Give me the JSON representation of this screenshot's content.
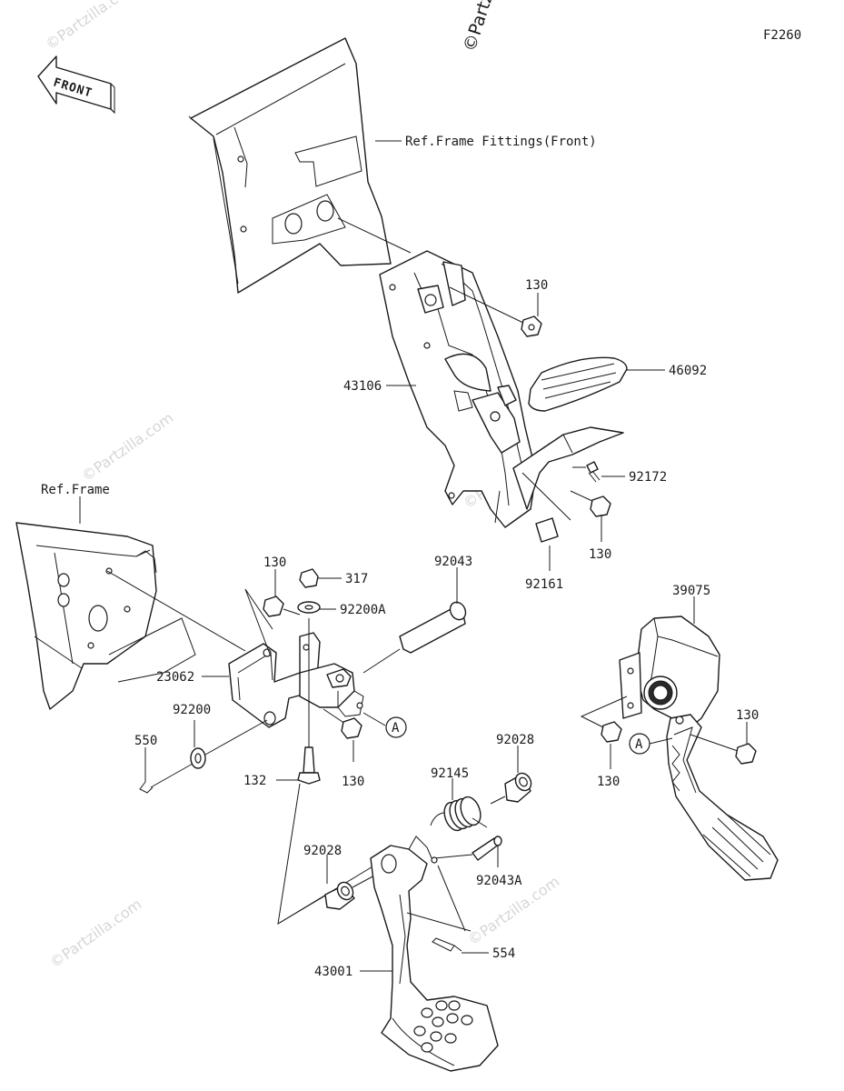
{
  "diagram_code": "F2260",
  "front_arrow_label": "FRONT",
  "watermark": "©Partzilla",
  "watermark_faint": "©Partzilla.com",
  "references": {
    "frame_fittings": "Ref.Frame Fittings(Front)",
    "frame": "Ref.Frame"
  },
  "callout_letter": "A",
  "parts": {
    "p130_a": "130",
    "p43106": "43106",
    "p46092": "46092",
    "p92172": "92172",
    "p130_b": "130",
    "p92161": "92161",
    "p130_c": "130",
    "p317": "317",
    "p92043": "92043",
    "p92200A": "92200A",
    "p23062": "23062",
    "p92200": "92200",
    "p550": "550",
    "p132": "132",
    "p130_d": "130",
    "p92028_a": "92028",
    "p92145": "92145",
    "p92028_b": "92028",
    "p92043A": "92043A",
    "p554": "554",
    "p43001": "43001",
    "p39075": "39075",
    "p130_e": "130",
    "p130_f": "130"
  }
}
